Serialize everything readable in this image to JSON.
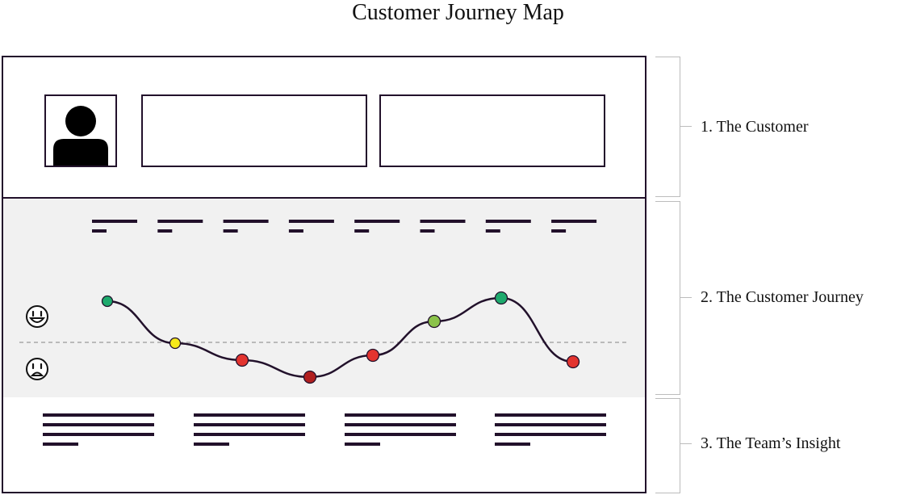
{
  "title": "Customer Journey Map",
  "sections": [
    {
      "label": "1. The Customer"
    },
    {
      "label": "2. The Customer Journey"
    },
    {
      "label": "3. The Team’s Insight"
    }
  ],
  "journey": {
    "emotion_icons": [
      "happy-face",
      "sad-face"
    ],
    "touchpoints": [
      {
        "mood": "positive",
        "color": "#1eaa6d"
      },
      {
        "mood": "neutral",
        "color": "#f7ea1b"
      },
      {
        "mood": "negative",
        "color": "#e3342f"
      },
      {
        "mood": "very-negative",
        "color": "#b11f1f"
      },
      {
        "mood": "negative",
        "color": "#e3342f"
      },
      {
        "mood": "positive",
        "color": "#8bc34a"
      },
      {
        "mood": "very-positive",
        "color": "#1eaa6d"
      },
      {
        "mood": "negative",
        "color": "#e3342f"
      }
    ]
  },
  "colors": {
    "stroke": "#22112b",
    "band": "#f1f1f1",
    "bracket": "#bcbcbc"
  }
}
